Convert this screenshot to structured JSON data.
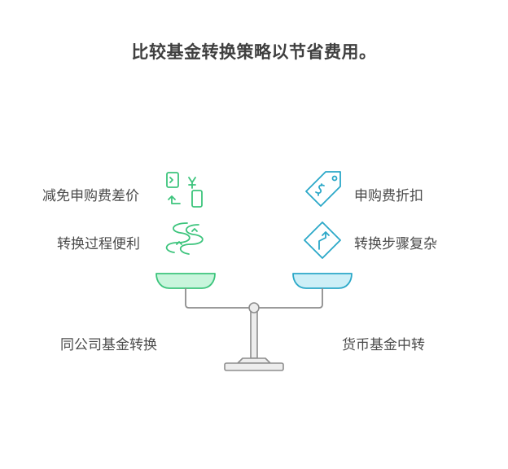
{
  "title": "比较基金转换策略以节省费用。",
  "left": {
    "items": [
      {
        "label": "减免申购费差价",
        "icon": "fee-exchange-icon"
      },
      {
        "label": "转换过程便利",
        "icon": "winding-road-icon"
      }
    ],
    "bottom_label": "同公司基金转换",
    "color": "#3cc47c"
  },
  "right": {
    "items": [
      {
        "label": "申购费折扣",
        "icon": "price-tag-icon"
      },
      {
        "label": "转换步骤复杂",
        "icon": "route-sign-icon"
      }
    ],
    "bottom_label": "货币基金中转",
    "color": "#2ba8c8"
  }
}
